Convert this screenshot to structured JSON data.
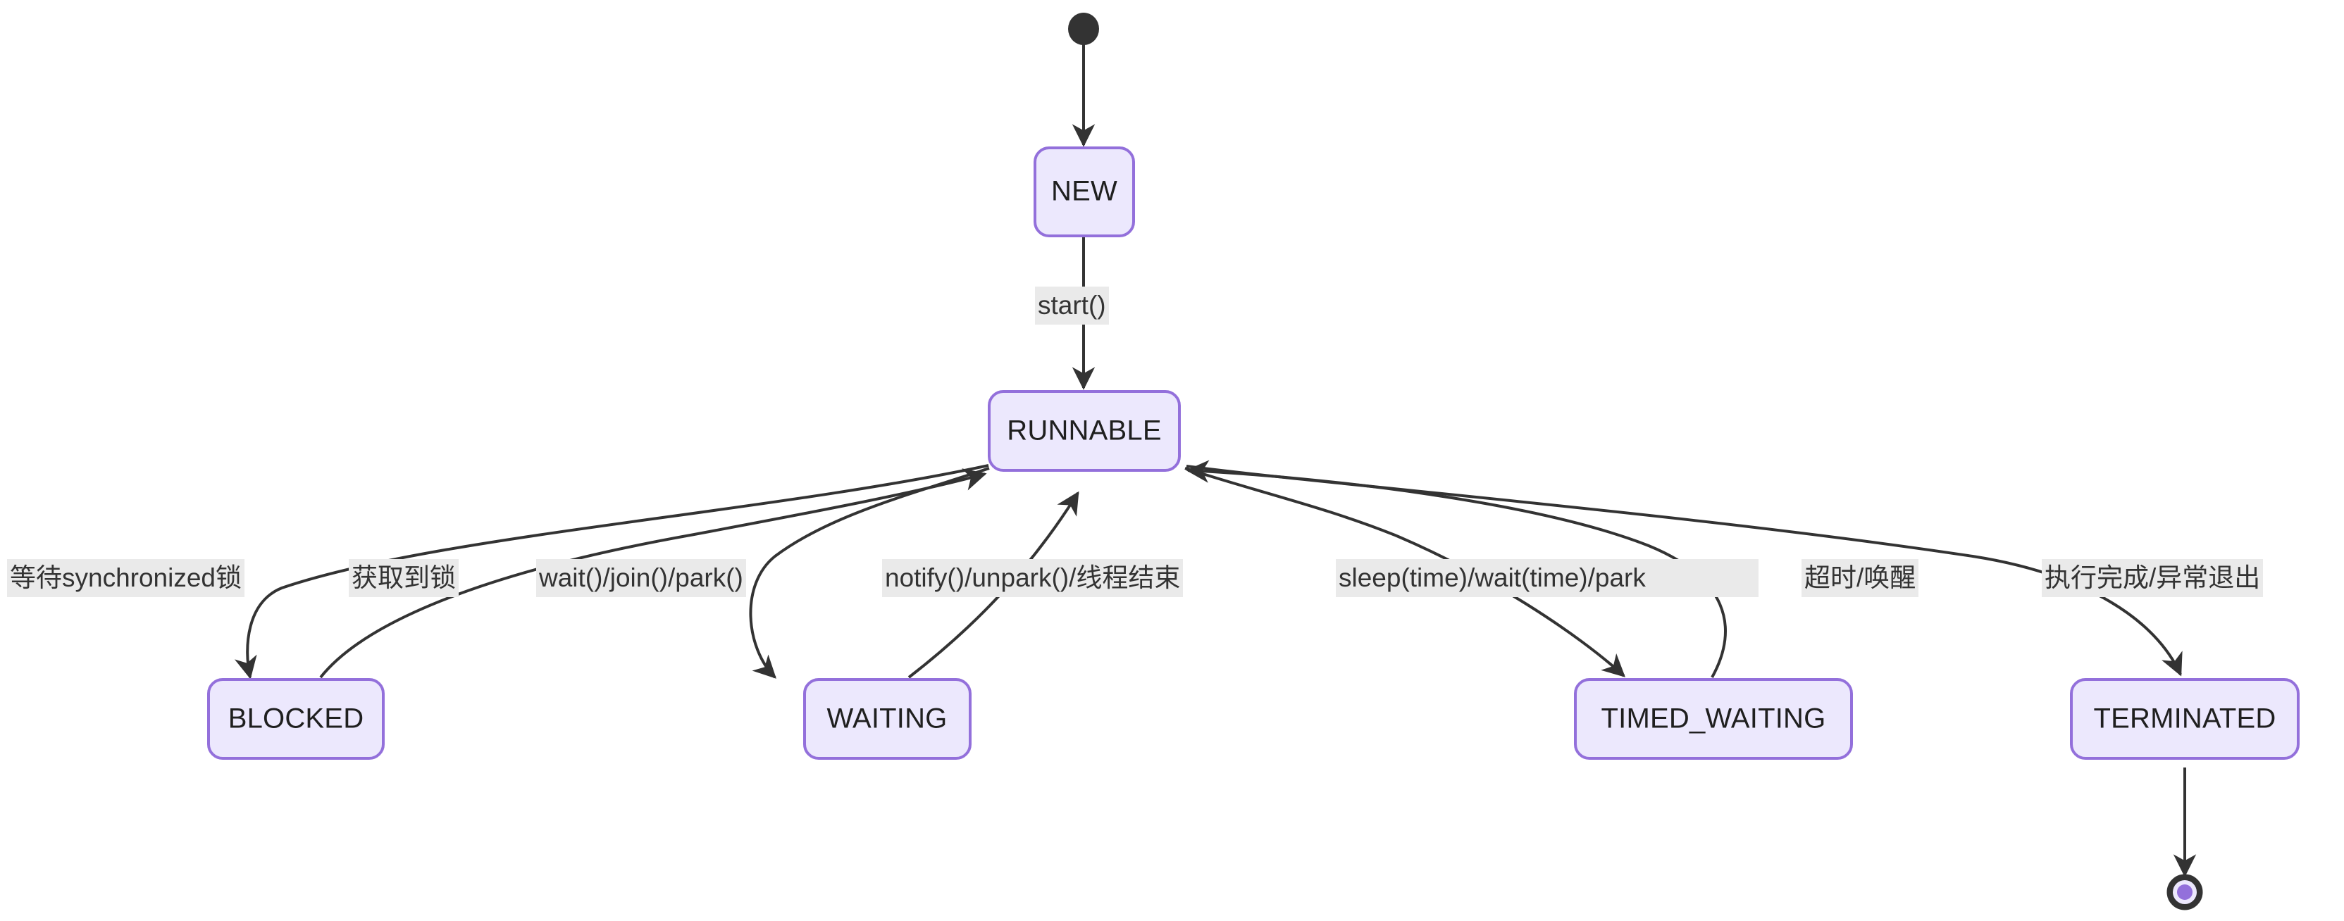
{
  "diagram": {
    "kind": "state-diagram",
    "title": "Java Thread State Transitions",
    "background_color": "#ffffff",
    "node_fill": "#ECE8FD",
    "node_stroke": "#9370DB",
    "edge_stroke": "#333333",
    "label_background": "#EAEAEA",
    "label_text_color": "#333333",
    "start_marker_color": "#333333",
    "end_marker_inner_color": "#9370DB"
  },
  "nodes": [
    {
      "id": "start",
      "type": "start-marker",
      "label": ""
    },
    {
      "id": "NEW",
      "type": "state",
      "label": "NEW"
    },
    {
      "id": "RUNNABLE",
      "type": "state",
      "label": "RUNNABLE"
    },
    {
      "id": "BLOCKED",
      "type": "state",
      "label": "BLOCKED"
    },
    {
      "id": "WAITING",
      "type": "state",
      "label": "WAITING"
    },
    {
      "id": "TIMED_WAITING",
      "type": "state",
      "label": "TIMED_WAITING"
    },
    {
      "id": "TERMINATED",
      "type": "state",
      "label": "TERMINATED"
    },
    {
      "id": "end",
      "type": "end-marker",
      "label": ""
    }
  ],
  "edges": [
    {
      "id": "e0",
      "from": "start",
      "to": "NEW",
      "label": ""
    },
    {
      "id": "e1",
      "from": "NEW",
      "to": "RUNNABLE",
      "label": "start()"
    },
    {
      "id": "e2",
      "from": "RUNNABLE",
      "to": "BLOCKED",
      "label": "等待synchronized锁"
    },
    {
      "id": "e3",
      "from": "BLOCKED",
      "to": "RUNNABLE",
      "label": "获取到锁"
    },
    {
      "id": "e4",
      "from": "RUNNABLE",
      "to": "WAITING",
      "label": "wait()/join()/park()"
    },
    {
      "id": "e5",
      "from": "WAITING",
      "to": "RUNNABLE",
      "label": "notify()/unpark()/线程结束"
    },
    {
      "id": "e6",
      "from": "RUNNABLE",
      "to": "TIMED_WAITING",
      "label": "sleep(time)/wait(time)/park",
      "label_clipped": true
    },
    {
      "id": "e7",
      "from": "TIMED_WAITING",
      "to": "RUNNABLE",
      "label": "超时/唤醒"
    },
    {
      "id": "e8",
      "from": "RUNNABLE",
      "to": "TERMINATED",
      "label": "执行完成/异常退出"
    },
    {
      "id": "e9",
      "from": "TERMINATED",
      "to": "end",
      "label": ""
    }
  ]
}
